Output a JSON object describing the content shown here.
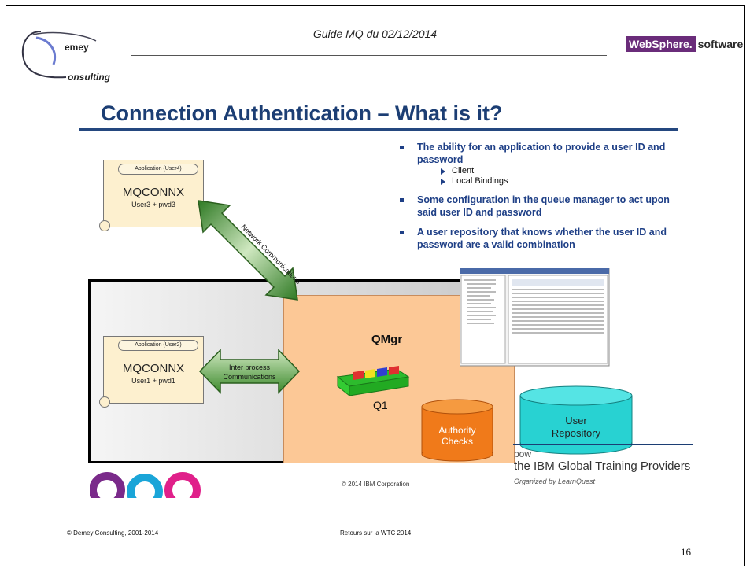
{
  "header": {
    "title": "Guide MQ du 02/12/2014",
    "logo_line1": "emey",
    "logo_line2": "onsulting",
    "badge_websphere": "WebSphere.",
    "badge_software": "software"
  },
  "slide": {
    "title": "Connection Authentication – What is it?",
    "bullets": [
      {
        "text": "The ability for an application to provide a user ID and password",
        "subs": [
          "Client",
          "Local Bindings"
        ]
      },
      {
        "text": "Some configuration in the queue manager to act upon said user ID and password"
      },
      {
        "text": "A user repository that knows whether the user ID and password are a valid combination"
      }
    ],
    "app1": {
      "tag": "Application (User4)",
      "name": "MQCONNX",
      "creds": "User3 + pwd3"
    },
    "app2": {
      "tag": "Application (User2)",
      "name": "MQCONNX",
      "creds": "User1 + pwd1"
    },
    "arrow1_label": "Network Communications",
    "arrow2_line1": "Inter process",
    "arrow2_line2": "Communications",
    "qmgr_label": "QMgr",
    "q1_label": "Q1",
    "authority_line1": "Authority",
    "authority_line2": "Checks",
    "repo_line1": "User",
    "repo_line2": "Repository",
    "ibm_copyright": "© 2014 IBM Corporation",
    "powered": "pow",
    "training": "the IBM Global Training Providers",
    "organized": "Organized by LearnQuest"
  },
  "footer": {
    "left": "© Demey Consulting, 2001-2014",
    "center": "Retours sur la WTC 2014",
    "page": "16"
  },
  "colors": {
    "title_blue": "#1c3e74",
    "qmgr_orange": "#fcc896",
    "arrow_green": "#4f9a3a",
    "repo_cyan": "#28d2d2",
    "auth_orange": "#f08020"
  }
}
